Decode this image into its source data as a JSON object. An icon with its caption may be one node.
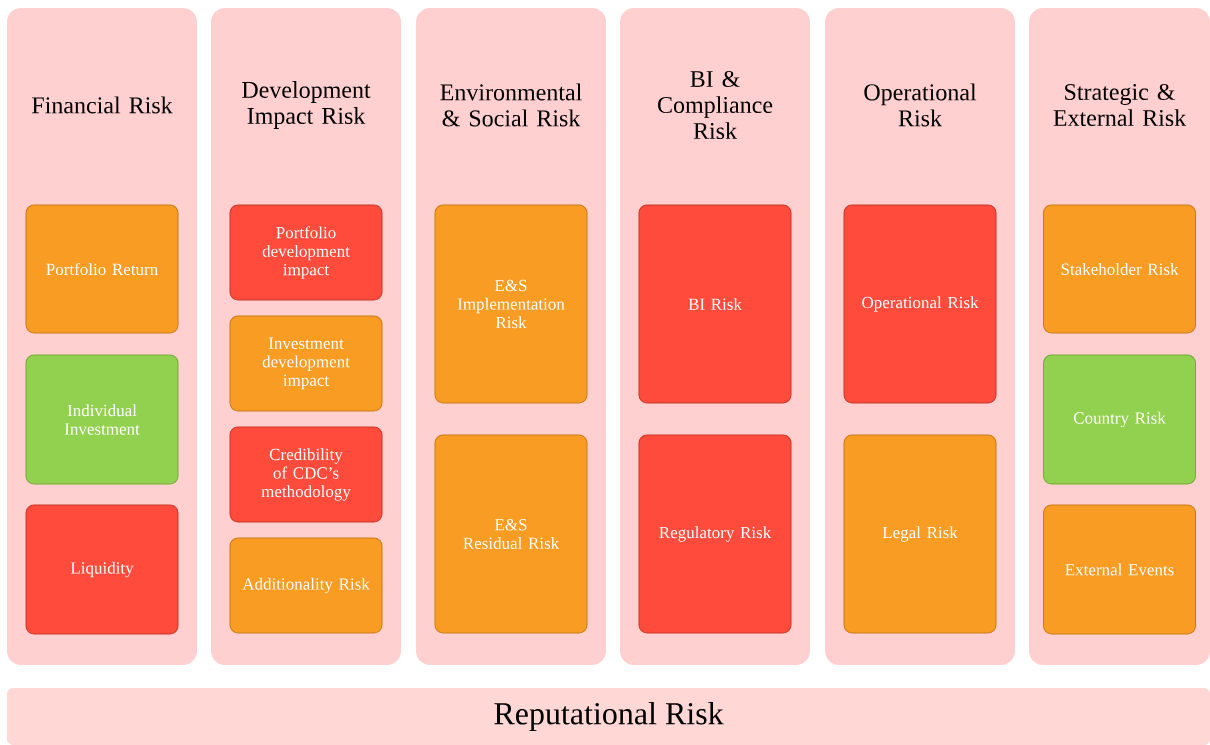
{
  "diagram": {
    "nodes": [
      {
        "text": [
          "Financial Risk"
        ]
      },
      {
        "text": [
          "Portfolio Return"
        ],
        "in": 0
      },
      {
        "text": [
          "Individual Investment"
        ],
        "in": 0
      },
      {
        "text": [
          "Liquidity"
        ],
        "in": 0
      },
      {
        "text": [
          "Development Impact Risk"
        ]
      },
      {
        "text": [
          "Portfolio development impact"
        ],
        "in": 4
      },
      {
        "text": [
          "Investment development impact"
        ],
        "in": 4
      },
      {
        "text": [
          "Credibility of CDC’s methodology"
        ],
        "in": 4
      },
      {
        "text": [
          "Additionality Risk"
        ],
        "in": 4
      },
      {
        "text": [
          "Environmental & Social Risk"
        ]
      },
      {
        "text": [
          "E&S Implementation Risk"
        ],
        "in": 9
      },
      {
        "text": [
          "E&S Residual Risk"
        ],
        "in": 9
      },
      {
        "text": [
          "BI & Compliance Risk"
        ]
      },
      {
        "text": [
          "BI Risk"
        ],
        "in": 12
      },
      {
        "text": [
          "Regulatory Risk"
        ],
        "in": 12
      },
      {
        "text": [
          "Operational Risk"
        ]
      },
      {
        "text": [
          "Operational Risk"
        ],
        "in": 15
      },
      {
        "text": [
          "Legal Risk"
        ],
        "in": 15
      },
      {
        "text": [
          "Strategic & External Risk"
        ]
      },
      {
        "text": [
          "Stakeholder Risk"
        ],
        "in": 18
      },
      {
        "text": [
          "Country Risk"
        ],
        "in": 18
      },
      {
        "text": [
          "External Events"
        ],
        "in": 18
      },
      {
        "text": [
          "Reputational Risk"
        ]
      }
    ]
  }
}
